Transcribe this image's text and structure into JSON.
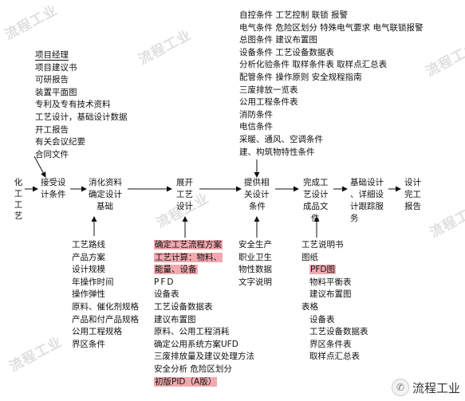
{
  "watermarks": [
    "流程工业",
    "流程工业",
    "流程工业",
    "流程工业",
    "流程工业",
    "流程工业"
  ],
  "stages": {
    "s1": "化工工艺",
    "s2": [
      "接受设",
      "计条件"
    ],
    "s3": [
      "消化资料",
      "确定设计",
      "基础"
    ],
    "s4": [
      "展开",
      "工艺",
      "设计"
    ],
    "s5": [
      "提供相",
      "关设计",
      "条件"
    ],
    "s6": [
      "完成工",
      "艺设计",
      "成品文",
      "件"
    ],
    "s7": [
      "基础设计",
      "、详细设",
      "计跟踪服",
      "务"
    ],
    "s8": [
      "设计",
      "完工",
      "报告"
    ]
  },
  "pm_list": {
    "header": "项目经理",
    "items": [
      "项目建议书",
      "可研报告",
      "装置平面图",
      "专利及专有技术资料",
      "工艺设计，基础设计数据",
      "开工报告",
      "有关会议纪要",
      "合同文件"
    ]
  },
  "top_conditions": [
    "自控条件  工艺控制  联锁  报警",
    "电气条件  危险区划分  特殊电气要求  电气联锁报警",
    "总图条件  建议布置图",
    "设备条件  工艺设备数据表",
    "分析化验条件  取样条件表  取样点汇总表",
    "配管条件  操作原则  安全规程指南",
    "三废排放一览表",
    "公用工程条件表",
    "消防条件",
    "电信条件",
    "采暖、通风、空调条件",
    "建、构筑物特性条件"
  ],
  "digest_list": [
    "工艺路线",
    "产品方案",
    "设计规模",
    "年操作时间",
    "操作弹性",
    "原料、催化剂规格",
    "产品和付产品规格",
    "公用工程规格",
    "界区条件"
  ],
  "design_list": {
    "hl1": "确定工艺流程方案",
    "hl2a": "工艺计算：物料、",
    "hl2b": "能量、设备",
    "pfd": "PFD",
    "items": [
      "设备表",
      "工艺设备数据表",
      "建议布置图",
      "原料、公用工程消耗",
      "确定公用系统方案UFD",
      "三废排放量及建议处理方法",
      "安全分析  危险区划分"
    ],
    "hl3": "初版PID（A版）"
  },
  "provide_list": [
    "安全生产",
    "职业卫生",
    "物性数据",
    "文字说明"
  ],
  "complete_list": {
    "a": "工艺说明书",
    "b": "图纸",
    "pfd": "PFD图",
    "c": "物料平衡表",
    "d": "建议布置图",
    "e": "表格",
    "f": [
      "设备表",
      "工艺设备数据表",
      "界区条件表",
      "取样点汇总表"
    ]
  },
  "logo": {
    "icon": "wechat-icon",
    "text": "流程工业"
  }
}
